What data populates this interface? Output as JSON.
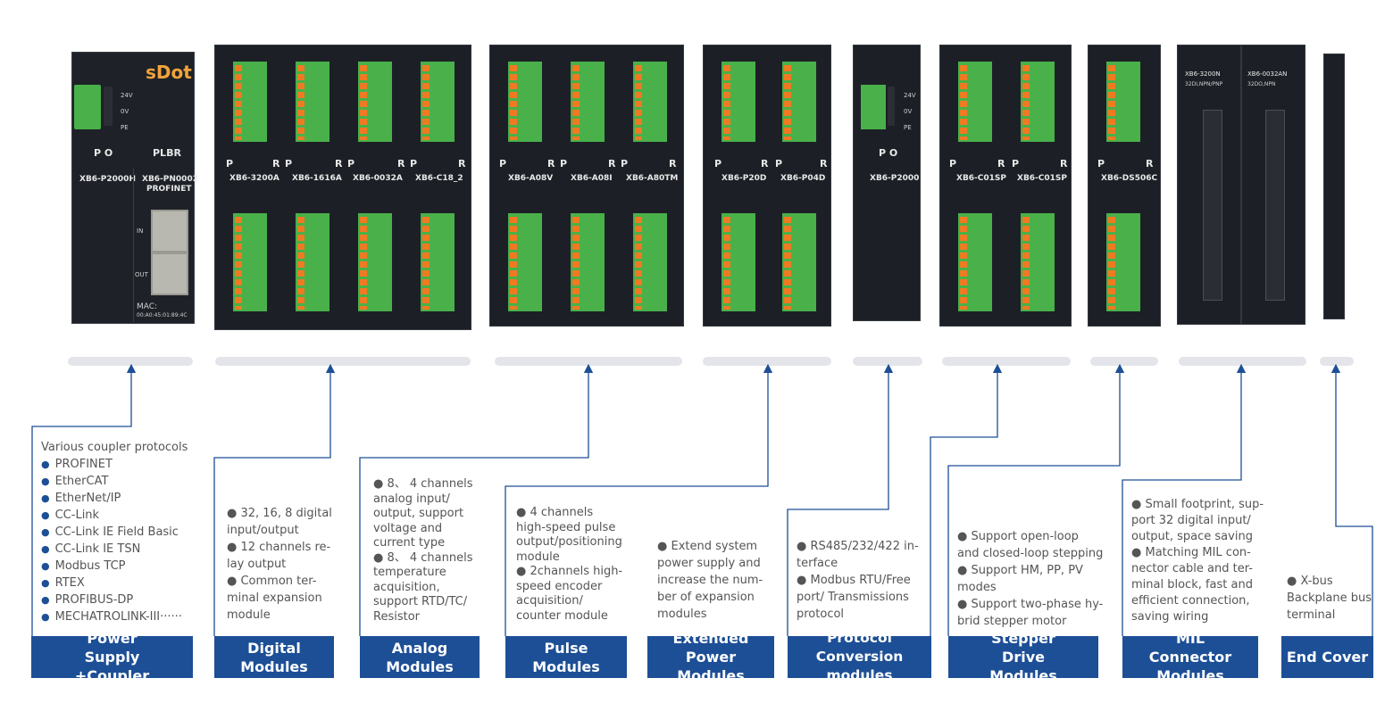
{
  "brand": "sDot",
  "modules": {
    "coupler": {
      "model_a": "XB6-P2000H",
      "model_b": "XB6-PN0002",
      "protocol": "PROFINET",
      "po": "P O",
      "plbr": "PLBR",
      "v24": "24V",
      "v0": "0V",
      "pe": "PE",
      "in": "IN",
      "out": "OUT",
      "mac_label": "MAC:",
      "mac": "00:A0:45:01:89:4C"
    },
    "digital": [
      "XB6-3200A",
      "XB6-1616A",
      "XB6-0032A",
      "XB6-C18_2"
    ],
    "analog": [
      "XB6-A08V",
      "XB6-A08I",
      "XB6-A80TM"
    ],
    "pulse": [
      "XB6-P20D",
      "XB6-P04D"
    ],
    "power": {
      "model": "XB6-P2000",
      "po": "P O",
      "v24": "24V",
      "v0": "0V",
      "pe": "PE"
    },
    "stepper": [
      "XB6-C01SP",
      "XB6-C01SP"
    ],
    "protocol": [
      "XB6-DS506C"
    ],
    "mil": {
      "a_model": "XB6-3200N",
      "a_sub": "32DI,NPN/PNP",
      "b_model": "XB6-0032AN",
      "b_sub": "32DO,NPN"
    },
    "p_letter": "P",
    "r_letter": "R"
  },
  "categories": [
    {
      "label": "Power Supply +Coupler"
    },
    {
      "label": "Digital Modules"
    },
    {
      "label": "Analog Modules"
    },
    {
      "label": "Pulse Modules"
    },
    {
      "label": "Extended Power Modules"
    },
    {
      "label": "Protocol Conversion modules"
    },
    {
      "label": "Stepper Drive Modules"
    },
    {
      "label": "MIL Connector Modules"
    },
    {
      "label": "End Cover"
    }
  ],
  "descriptions": {
    "power_supply": {
      "heading": "Various coupler protocols",
      "items": [
        "PROFINET",
        "EtherCAT",
        "EtherNet/IP",
        "CC-Link",
        "CC-Link IE Field Basic",
        "CC-Link IE TSN",
        "Modbus TCP",
        "RTEX",
        "PROFIBUS-DP",
        "MECHATROLINK-III······"
      ]
    },
    "digital": {
      "lines": [
        "● 32, 16, 8 digital",
        "input/output",
        "● 12 channels re-",
        "lay output",
        "● Common ter-",
        "minal expansion",
        "module"
      ]
    },
    "analog": {
      "lines": [
        "● 8、 4 channels",
        "analog input/",
        "output, support",
        "voltage and",
        "current type",
        "● 8、 4 channels",
        "temperature",
        "acquisition,",
        "support RTD/TC/",
        "Resistor"
      ]
    },
    "pulse": {
      "lines": [
        "● 4 channels",
        "high-speed pulse",
        "output/positioning",
        "module",
        "● 2channels high-",
        "speed encoder",
        "acquisition/",
        "counter module"
      ]
    },
    "ext_power": {
      "lines": [
        "● Extend system",
        "power supply and",
        "increase the num-",
        "ber of expansion",
        "modules"
      ]
    },
    "protocol": {
      "lines": [
        "● RS485/232/422 in-",
        "terface",
        "● Modbus RTU/Free",
        "port/ Transmissions",
        "protocol"
      ]
    },
    "stepper": {
      "lines": [
        "● Support open-loop",
        "and closed-loop stepping",
        "● Support HM, PP, PV",
        "modes",
        "● Support two-phase hy-",
        "brid stepper motor"
      ]
    },
    "mil": {
      "lines": [
        "● Small footprint, sup-",
        "port 32 digital input/",
        "output, space saving",
        "● Matching MIL con-",
        "nector cable and ter-",
        "minal block, fast and",
        "efficient connection,",
        "saving wiring"
      ]
    },
    "end_cover": {
      "lines": [
        "● X-bus",
        "Backplane bus",
        "terminal"
      ]
    }
  },
  "colors": {
    "accent_blue": "#1d4f96",
    "terminal_green": "#49b04a",
    "terminal_orange": "#f07a22",
    "module_body": "#1c2026"
  }
}
